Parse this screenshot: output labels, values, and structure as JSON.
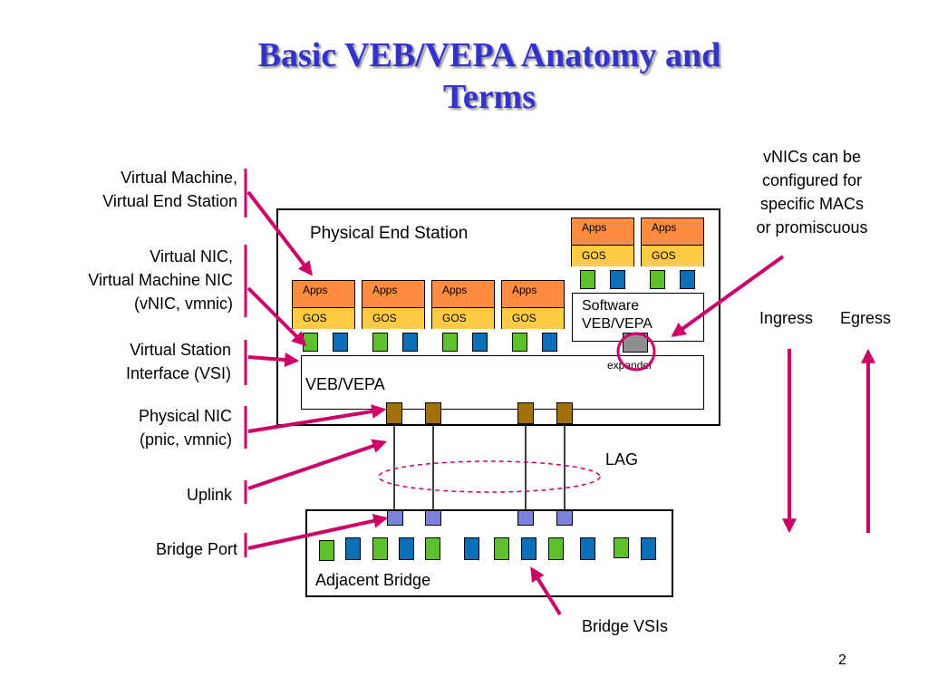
{
  "title": {
    "line1": "Basic VEB/VEPA Anatomy and",
    "line2": "Terms"
  },
  "left_labels": {
    "vm": [
      "Virtual Machine,",
      "Virtual End Station"
    ],
    "vnic": [
      "Virtual NIC,",
      "Virtual Machine NIC",
      "(vNIC, vmnic)"
    ],
    "vsi": [
      "Virtual Station",
      "Interface (VSI)"
    ],
    "pnic": [
      "Physical NIC",
      "(pnic, vmnic)"
    ],
    "uplink": "Uplink",
    "bridge_port": "Bridge Port"
  },
  "station": {
    "label": "Physical End Station",
    "apps_label": "Apps",
    "gos_label": "GOS",
    "software_veb": [
      "Software",
      "VEB/VEPA"
    ],
    "expander": "expander",
    "veb_vepa": "VEB/VEPA"
  },
  "lag_label": "LAG",
  "adjacent_bridge": "Adjacent Bridge",
  "bridge_vsis": "Bridge VSIs",
  "note_vnics": [
    "vNICs can be",
    "configured for",
    "specific MACs",
    "or promiscuous"
  ],
  "ingress": "Ingress",
  "egress": "Egress",
  "page_number": "2",
  "colors": {
    "title": "#3333cc",
    "arrow": "#cc0066",
    "apps": "#ff8c3f",
    "gos": "#ffcc44",
    "vnic_green": "#5ec12b",
    "vnic_blue": "#0b6fb8",
    "pnic": "#a0700a",
    "bridge_port": "#7b82d8"
  }
}
